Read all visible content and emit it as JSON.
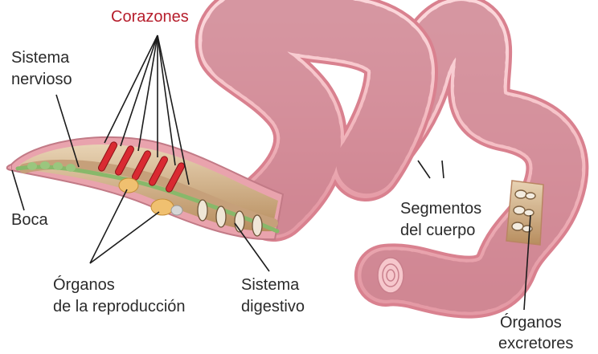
{
  "diagram": {
    "labels": {
      "hearts": "Corazones",
      "nervous": [
        "Sistema",
        "nervioso"
      ],
      "mouth": "Boca",
      "reproductive": [
        "Órganos",
        "de la reproducción"
      ],
      "digestive": [
        "Sistema",
        "digestivo"
      ],
      "segments": [
        "Segmentos",
        "del cuerpo"
      ],
      "excretory": [
        "Órganos",
        "excretores"
      ]
    },
    "colors": {
      "skin": "#f4bcc2",
      "skin_shadow": "#e28e9c",
      "ring": "#c9808d",
      "heart": "#d92a32",
      "nerve_cord": "#88b86a",
      "digestive_tract": "#c6a07a",
      "reproductive_organ": "#f0c070",
      "hearts_label": "#b61e2c"
    }
  }
}
